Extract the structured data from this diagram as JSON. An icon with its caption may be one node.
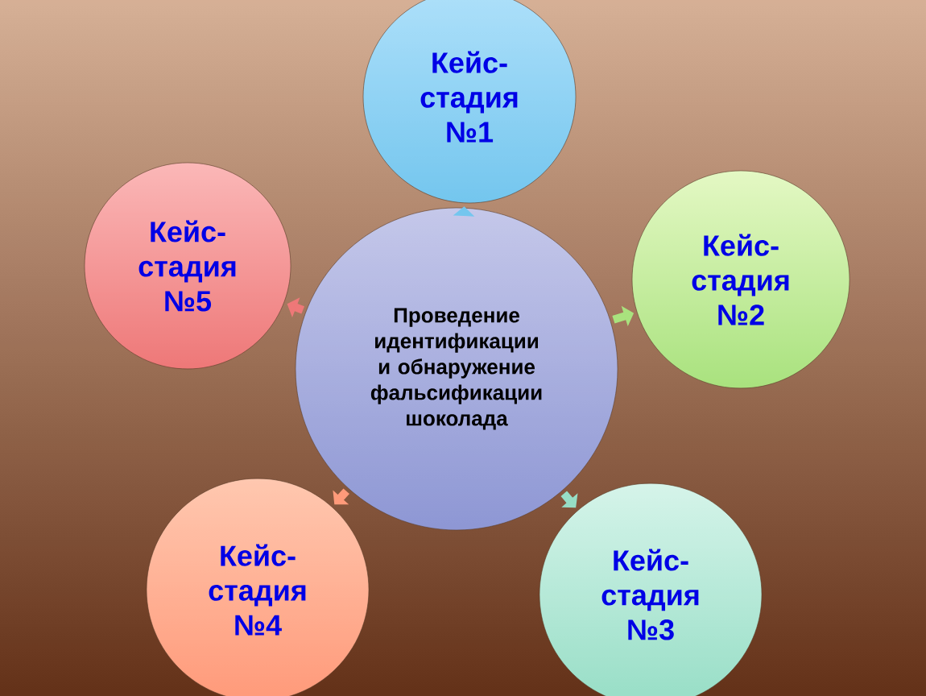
{
  "diagram": {
    "nodes": [
      {
        "text": [
          "Проведение идентификации и обнаружение фальсификации шоколада"
        ]
      },
      {
        "text": [
          "Кейс-стадия №1"
        ]
      },
      {
        "text": [
          "Кейс-стадия №2"
        ]
      },
      {
        "text": [
          "Кейс-стадия №3"
        ]
      },
      {
        "text": [
          "Кейс-стадия №4"
        ]
      },
      {
        "text": [
          "Кейс-стадия №5"
        ]
      }
    ],
    "edges": [
      {
        "from": 0,
        "to": 1,
        "arrow": "to",
        "color": "#74c6ee"
      },
      {
        "from": 0,
        "to": 2,
        "arrow": "to",
        "color": "#a9e27e"
      },
      {
        "from": 0,
        "to": 3,
        "arrow": "to",
        "color": "#97dec6"
      },
      {
        "from": 0,
        "to": 4,
        "arrow": "to",
        "color": "#ff9a7a"
      },
      {
        "from": 0,
        "to": 5,
        "arrow": "to",
        "color": "#ee7878"
      }
    ]
  }
}
